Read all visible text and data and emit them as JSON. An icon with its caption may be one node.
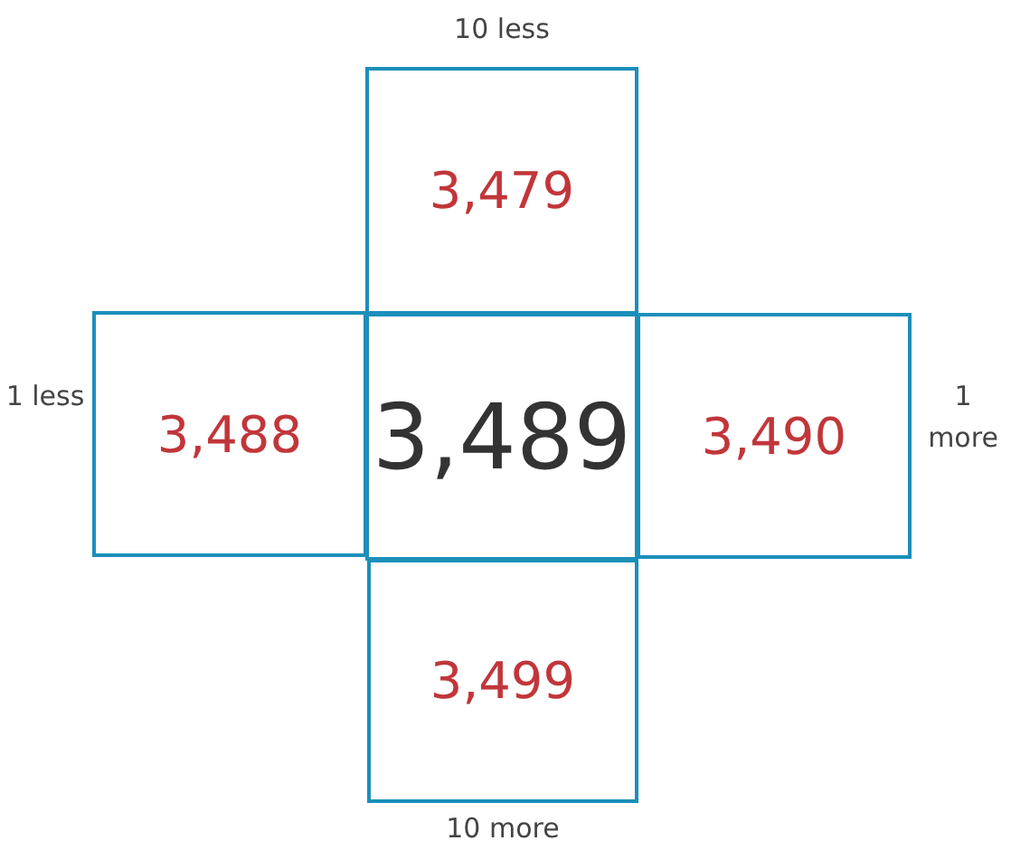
{
  "diagram": {
    "nodes": [
      {
        "text": [
          "3,479"
        ],
        "beside": [
          "10 less"
        ]
      },
      {
        "text": [
          "3,488"
        ],
        "beside": [
          "1 less"
        ]
      },
      {
        "text": [
          "3,489"
        ]
      },
      {
        "text": [
          "3,490"
        ],
        "beside": [
          "1 more"
        ]
      },
      {
        "text": [
          "3,499"
        ],
        "beside": [
          "10 more"
        ]
      }
    ]
  }
}
